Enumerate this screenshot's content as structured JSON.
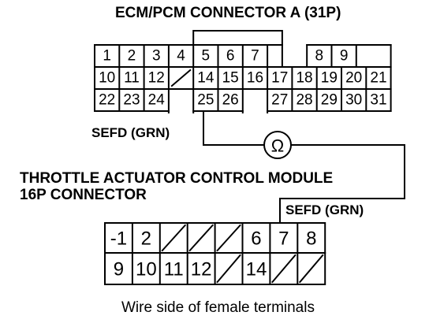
{
  "diagram": {
    "title": "ECM/PCM CONNECTOR A (31P)",
    "connector_a": {
      "rows": [
        [
          "1",
          "2",
          "3",
          "4",
          "5",
          "6",
          "7",
          "",
          "8",
          "9"
        ],
        [
          "10",
          "11",
          "12",
          "/",
          "14",
          "15",
          "16",
          "17",
          "18",
          "19",
          "20",
          "21"
        ],
        [
          "22",
          "23",
          "24",
          "",
          "25",
          "26",
          "",
          "27",
          "28",
          "29",
          "30",
          "31"
        ]
      ]
    },
    "wire_label_top": "SEFD (GRN)",
    "ohmmeter_symbol": "Ω",
    "module_title_line1": "THROTTLE ACTUATOR CONTROL MODULE",
    "module_title_line2": "16P CONNECTOR",
    "wire_label_bottom": "SEFD (GRN)",
    "connector_16p": {
      "rows": [
        [
          "-1",
          "2",
          "/",
          "/",
          "/",
          "6",
          "7",
          "8"
        ],
        [
          "9",
          "10",
          "11",
          "12",
          "/",
          "14",
          "/",
          "/"
        ]
      ]
    },
    "caption": "Wire side of female terminals"
  }
}
